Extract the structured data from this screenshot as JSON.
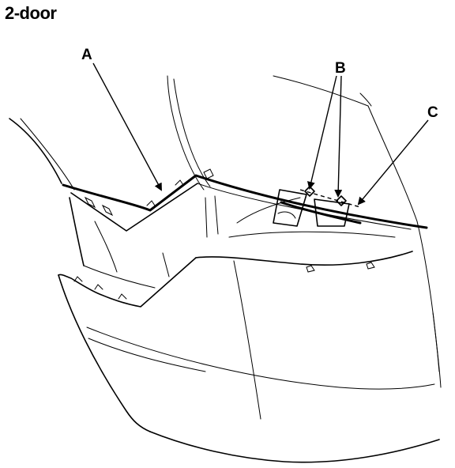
{
  "title": "2-door",
  "callouts": {
    "a": "A",
    "b": "B",
    "c": "C"
  }
}
